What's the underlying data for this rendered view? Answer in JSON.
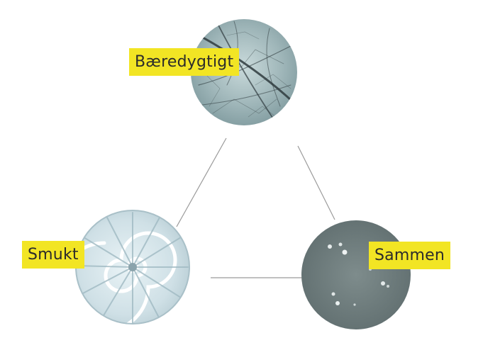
{
  "diagram": {
    "nodes": [
      {
        "id": "top",
        "label": "Bæredygtigt",
        "image": "leaf-skeleton-texture"
      },
      {
        "id": "left",
        "label": "Smukt",
        "image": "nautilus-shell-cross-section"
      },
      {
        "id": "right",
        "label": "Sammen",
        "image": "grey-felt-with-small-objects"
      }
    ],
    "edges": [
      {
        "from": "top",
        "to": "left"
      },
      {
        "from": "top",
        "to": "right"
      },
      {
        "from": "left",
        "to": "right"
      }
    ],
    "colors": {
      "label_background": "#f2e524",
      "label_text": "#2b2b2b",
      "connector_line": "#9a9a9a",
      "background": "#ffffff"
    }
  }
}
